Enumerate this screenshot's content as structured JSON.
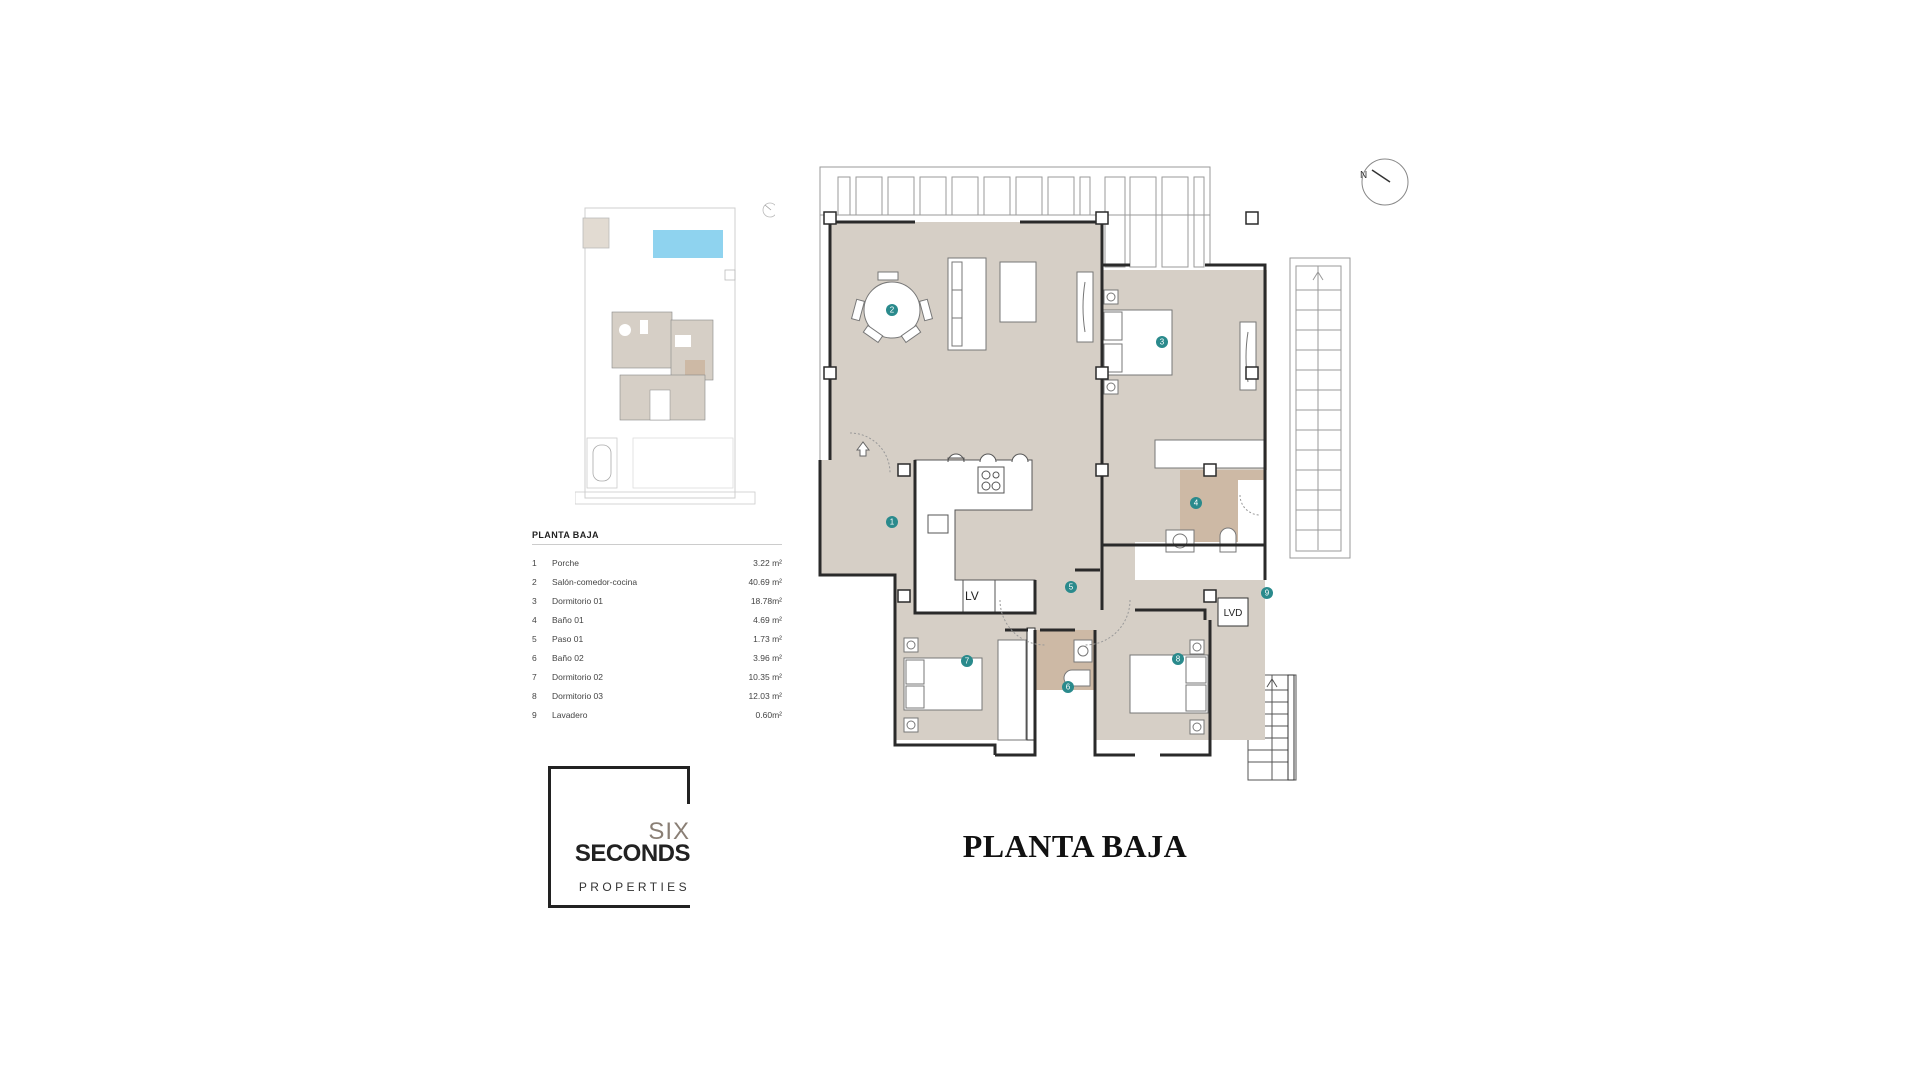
{
  "colors": {
    "room_fill": "#d6cfc6",
    "bath_fill": "#cdb9a5",
    "wall": "#2a2a2a",
    "badge": "#2a8a8c",
    "pool": "#8fd3ef",
    "line_light": "#bdbdbd"
  },
  "legend": {
    "title": "PLANTA BAJA",
    "rooms": [
      {
        "num": "1",
        "name": "Porche",
        "area": "3.22 m²"
      },
      {
        "num": "2",
        "name": "Salón-comedor-cocina",
        "area": "40.69 m²"
      },
      {
        "num": "3",
        "name": "Dormitorio 01",
        "area": "18.78m²"
      },
      {
        "num": "4",
        "name": "Baño 01",
        "area": "4.69 m²"
      },
      {
        "num": "5",
        "name": "Paso 01",
        "area": "1.73 m²"
      },
      {
        "num": "6",
        "name": "Baño 02",
        "area": "3.96 m²"
      },
      {
        "num": "7",
        "name": "Dormitorio 02",
        "area": "10.35 m²"
      },
      {
        "num": "8",
        "name": "Dormitorio 03",
        "area": "12.03 m²"
      },
      {
        "num": "9",
        "name": "Lavadero",
        "area": "0.60m²"
      }
    ]
  },
  "logo": {
    "line1": "SIX",
    "line2": "SECONDS",
    "line3": "PROPERTIES"
  },
  "plan": {
    "title": "PLANTA BAJA",
    "compass_label": "N",
    "labels": {
      "sink": "LV",
      "washer": "LVD"
    },
    "badges": [
      "1",
      "2",
      "3",
      "4",
      "5",
      "6",
      "7",
      "8",
      "9"
    ]
  }
}
